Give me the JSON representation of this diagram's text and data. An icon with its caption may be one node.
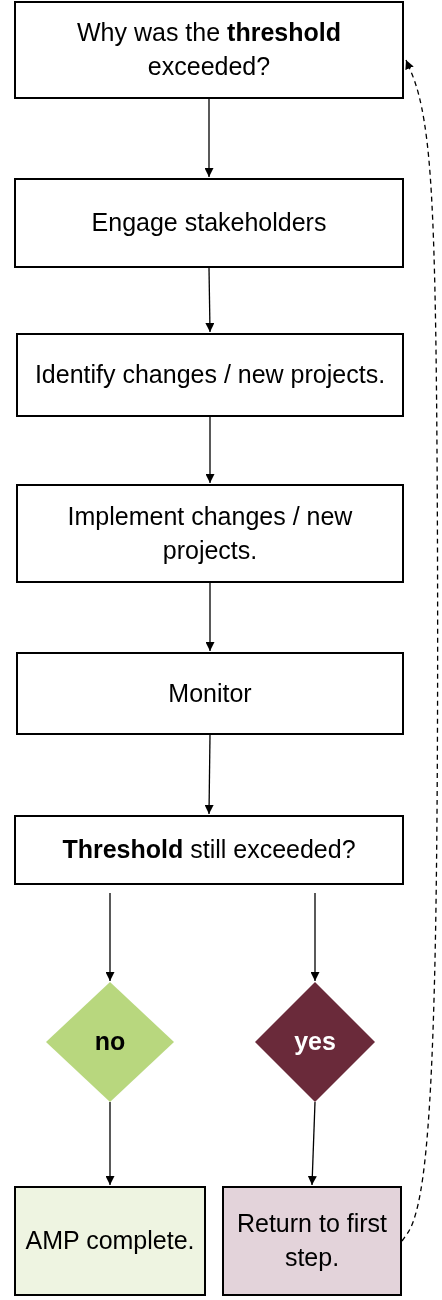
{
  "diagram": {
    "nodes": [
      {
        "text": [
          "Why was the **threshold** exceeded?"
        ]
      },
      {
        "text": [
          "Engage stakeholders"
        ]
      },
      {
        "text": [
          "Identify changes / new projects."
        ]
      },
      {
        "text": [
          "Implement changes / new projects."
        ]
      },
      {
        "text": [
          "Monitor"
        ]
      },
      {
        "text": [
          "**Threshold** still exceeded?"
        ]
      },
      {
        "text": [
          "no"
        ]
      },
      {
        "text": [
          "yes"
        ]
      },
      {
        "text": [
          "AMP complete."
        ]
      },
      {
        "text": [
          "Return to first step."
        ]
      }
    ],
    "edges": [
      {
        "from": 0,
        "to": 1,
        "arrow": "to"
      },
      {
        "from": 1,
        "to": 2,
        "arrow": "to"
      },
      {
        "from": 2,
        "to": 3,
        "arrow": "to"
      },
      {
        "from": 3,
        "to": 4,
        "arrow": "to"
      },
      {
        "from": 4,
        "to": 5,
        "arrow": "to"
      },
      {
        "from": 5,
        "to": 6,
        "arrow": "to"
      },
      {
        "from": 5,
        "to": 7,
        "arrow": "to"
      },
      {
        "from": 6,
        "to": 8,
        "arrow": "to"
      },
      {
        "from": 7,
        "to": 9,
        "arrow": "to"
      },
      {
        "from": 9,
        "to": 0,
        "arrow": "to",
        "style": "dashed"
      }
    ]
  }
}
